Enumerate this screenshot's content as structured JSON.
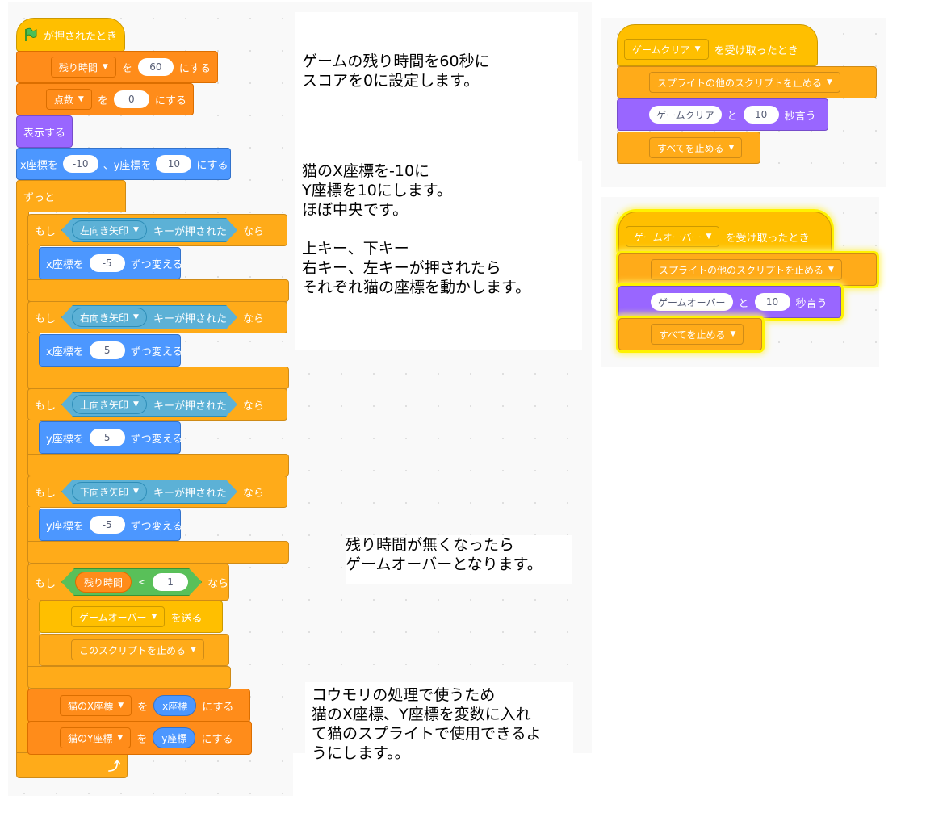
{
  "left_script": {
    "hat_label": "が押されたとき",
    "set_time": {
      "var": "残り時間",
      "word": "を",
      "value": "60",
      "suffix": "にする"
    },
    "set_score": {
      "var": "点数",
      "word": "を",
      "value": "0",
      "suffix": "にする"
    },
    "show_label": "表示する",
    "goto": {
      "prefix": "x座標を",
      "x": "-10",
      "mid": "、y座標を",
      "y": "10",
      "suffix": "にする"
    },
    "forever_label": "ずっと",
    "ifs": [
      {
        "if_word": "もし",
        "key": "左向き矢印",
        "pressed": "キーが押された",
        "then": "なら",
        "axis": "x座標を",
        "amount": "-5",
        "change": "ずつ変える"
      },
      {
        "if_word": "もし",
        "key": "右向き矢印",
        "pressed": "キーが押された",
        "then": "なら",
        "axis": "x座標を",
        "amount": "5",
        "change": "ずつ変える"
      },
      {
        "if_word": "もし",
        "key": "上向き矢印",
        "pressed": "キーが押された",
        "then": "なら",
        "axis": "y座標を",
        "amount": "5",
        "change": "ずつ変える"
      },
      {
        "if_word": "もし",
        "key": "下向き矢印",
        "pressed": "キーが押された",
        "then": "なら",
        "axis": "y座標を",
        "amount": "-5",
        "change": "ずつ変える"
      }
    ],
    "if_time": {
      "if_word": "もし",
      "var": "残り時間",
      "op": "<",
      "value": "1",
      "then": "なら"
    },
    "broadcast": {
      "msg": "ゲームオーバー",
      "suffix": "を送る"
    },
    "stop_this": "このスクリプトを止める",
    "set_cat_x": {
      "var": "猫のX座標",
      "word": "を",
      "reporter": "x座標",
      "suffix": "にする"
    },
    "set_cat_y": {
      "var": "猫のY座標",
      "word": "を",
      "reporter": "y座標",
      "suffix": "にする"
    }
  },
  "notes": {
    "n1": "ゲームの残り時間を60秒に\nスコアを0に設定します。",
    "n2": "猫のX座標を-10に\nY座標を10にします。\nほぼ中央です。\n\n上キー、下キー\n右キー、左キーが押されたら\nそれぞれ猫の座標を動かします。",
    "n3": "残り時間が無くなったら\nゲームオーバーとなります。",
    "n4": "コウモリの処理で使うため\n猫のX座標、Y座標を変数に入れ\nて猫のスプライトで使用できるよ\nうにします。。"
  },
  "clear_script": {
    "msg": "ゲームクリア",
    "hat_suffix": "を受け取ったとき",
    "stop_other": "スプライトの他のスクリプトを止める",
    "say_text": "ゲームクリア",
    "say_and": "と",
    "say_secs": "10",
    "say_suffix": "秒言う",
    "stop_all": "すべてを止める"
  },
  "over_script": {
    "msg": "ゲームオーバー",
    "hat_suffix": "を受け取ったとき",
    "stop_other": "スプライトの他のスクリプトを止める",
    "say_text": "ゲームオーバー",
    "say_and": "と",
    "say_secs": "10",
    "say_suffix": "秒言う",
    "stop_all": "すべてを止める"
  },
  "colors": {
    "events": "#ffbf00",
    "control": "#ffab19",
    "variables": "#ff8c1a",
    "looks": "#9966ff",
    "motion": "#4c97ff",
    "sensing": "#5cb1d6",
    "operators": "#59c059",
    "highlight": "#fff200"
  },
  "icons": [
    "green-flag-icon",
    "dropdown-arrow-icon",
    "loop-arrow-icon"
  ]
}
